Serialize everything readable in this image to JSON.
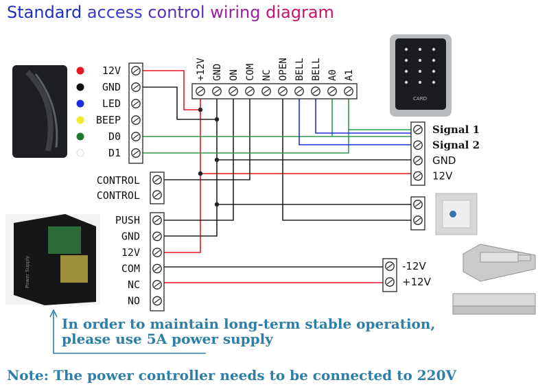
{
  "title": {
    "w1": "Standard",
    "w2": "access",
    "w3": "control",
    "w4": "wiring",
    "w5": "diagram",
    "colors": [
      "#1f2fbf",
      "#3b3bc8",
      "#5a2fb8",
      "#9b1fa0",
      "#c4146c"
    ]
  },
  "reader_terminals": [
    {
      "label": "12V",
      "dot_color": "#e8151b"
    },
    {
      "label": "GND",
      "dot_color": "#111111"
    },
    {
      "label": "LED",
      "dot_color": "#1a2ee0"
    },
    {
      "label": "BEEP",
      "dot_color": "#f2e92a"
    },
    {
      "label": "D0",
      "dot_color": "#1f7a2c"
    },
    {
      "label": "D1",
      "dot_color": "#ffffff"
    }
  ],
  "controller_terminals": [
    "+12V",
    "GND",
    "ON",
    "COM",
    "NC",
    "OPEN",
    "BELL",
    "BELL",
    "A0",
    "A1"
  ],
  "control_terminals": [
    "CONTROL",
    "CONTROL"
  ],
  "power_terminals": [
    "PUSH",
    "GND",
    "12V",
    "COM",
    "NC",
    "NO"
  ],
  "keypad_terminals": [
    "Signal 1",
    "Signal 2",
    "GND",
    "12V"
  ],
  "lock_terminals": [
    "-12V",
    "+12V"
  ],
  "notes": {
    "line1": "In order to maintain long-term stable operation,",
    "line2": "please use 5A power supply",
    "bottom": "Note: The power controller needs to be connected to 220V"
  },
  "keypad_card_label": "CARD",
  "power_box_label": "Power Supply",
  "colors": {
    "wire_red": "#e8151b",
    "wire_black": "#222222",
    "wire_blue": "#1a2ee0",
    "wire_green": "#2e9a4f",
    "note_blue": "#2e7fa8",
    "terminal_stroke": "#222222"
  }
}
